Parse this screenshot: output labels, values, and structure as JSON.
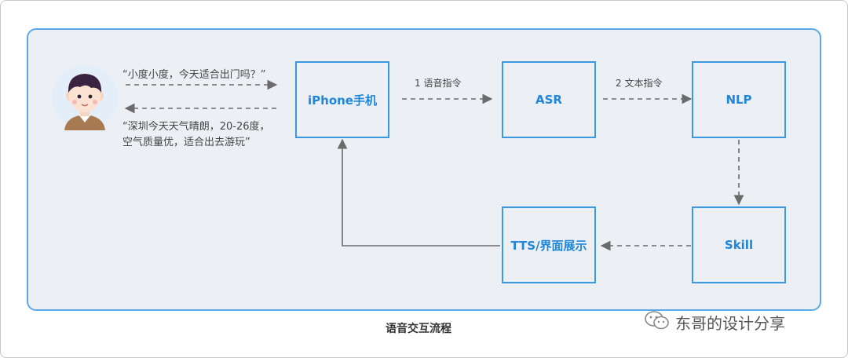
{
  "nodes": {
    "iphone": "iPhone手机",
    "asr": "ASR",
    "nlp": "NLP",
    "skill": "Skill",
    "tts": "TTS/界面展示"
  },
  "user_query": "“小度小度，今天适合出门吗？”",
  "reply_line1": "“深圳今天天气晴朗，20-26度，",
  "reply_line2": "空气质量优，适合出去游玩”",
  "edge_labels": {
    "iphone_to_asr": "1 语音指令",
    "asr_to_nlp": "2 文本指令"
  },
  "caption": "语音交互流程",
  "watermark": "东哥的设计分享",
  "colors": {
    "panel_border": "#5aa9e6",
    "node_border": "#3a98e0",
    "node_text": "#1f86d9",
    "panel_bg": "#eceff4"
  }
}
